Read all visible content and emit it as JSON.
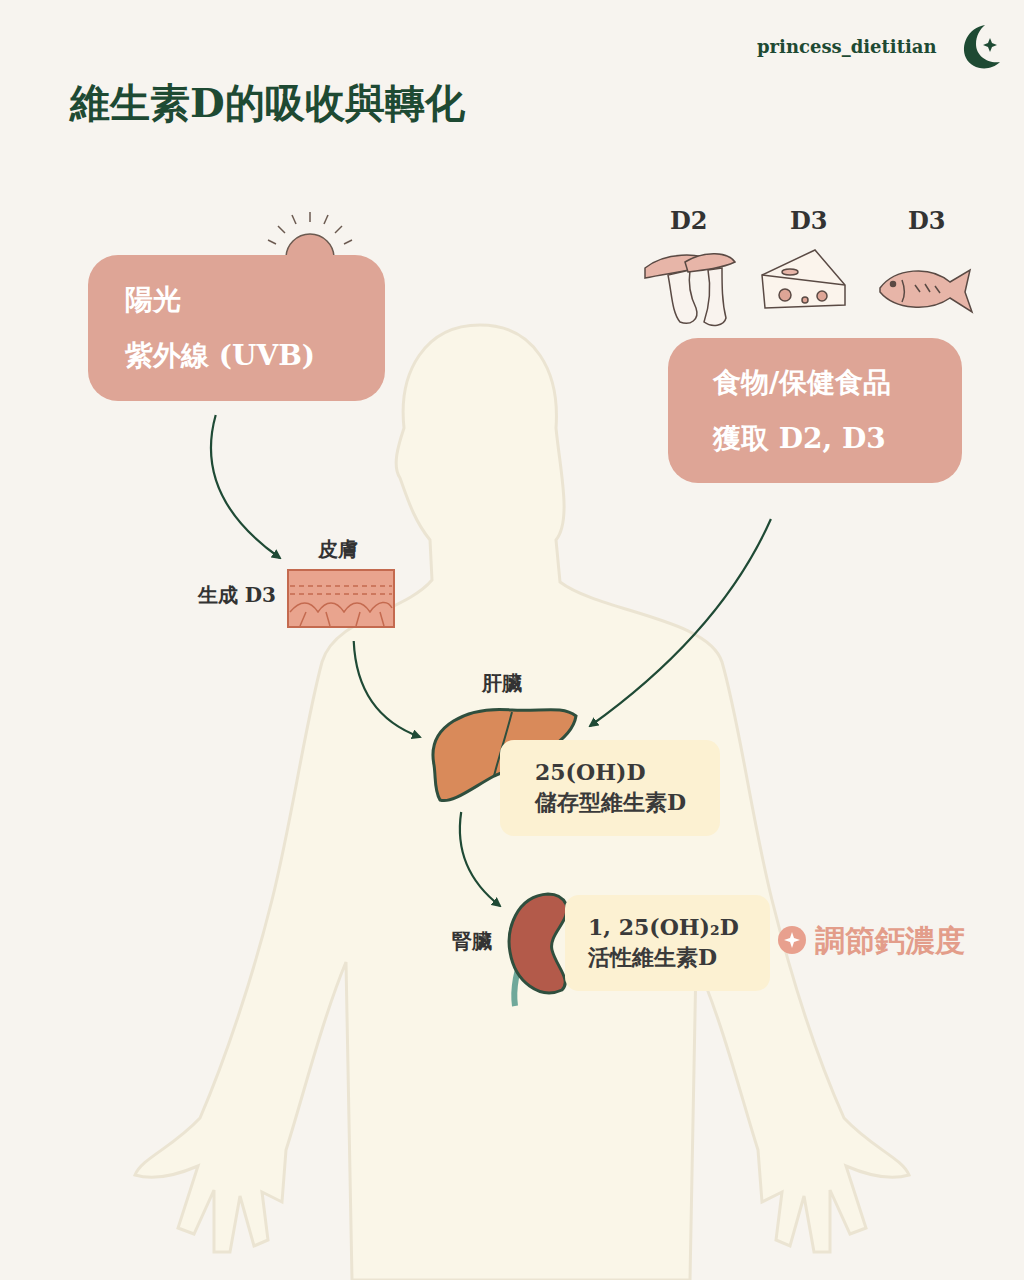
{
  "diagram": {
    "title": "維生素D的吸收與轉化",
    "nodes": [
      {
        "text": [
          "陽光",
          "紫外線 (UVB)"
        ]
      },
      {
        "text": [
          "食物/保健食品",
          "獲取 D2, D3"
        ]
      },
      {
        "text": [
          "皮膚",
          "生成 D3"
        ]
      },
      {
        "text": [
          "肝臟"
        ]
      },
      {
        "text": [
          "25(OH)D",
          "儲存型維生素D"
        ]
      },
      {
        "text": [
          "腎臟"
        ]
      },
      {
        "text": [
          "1, 25(OH)₂D",
          "活性維生素D"
        ]
      }
    ],
    "edges": [
      {
        "from": 0,
        "to": 2,
        "arrow": "to"
      },
      {
        "from": 1,
        "to": 3,
        "arrow": "to"
      },
      {
        "from": 2,
        "to": 3,
        "arrow": "to"
      },
      {
        "from": 3,
        "to": 5,
        "arrow": "to"
      }
    ],
    "labels": [
      "princess_dietitian",
      "D2",
      "D3",
      "D3",
      "調節鈣濃度"
    ]
  }
}
